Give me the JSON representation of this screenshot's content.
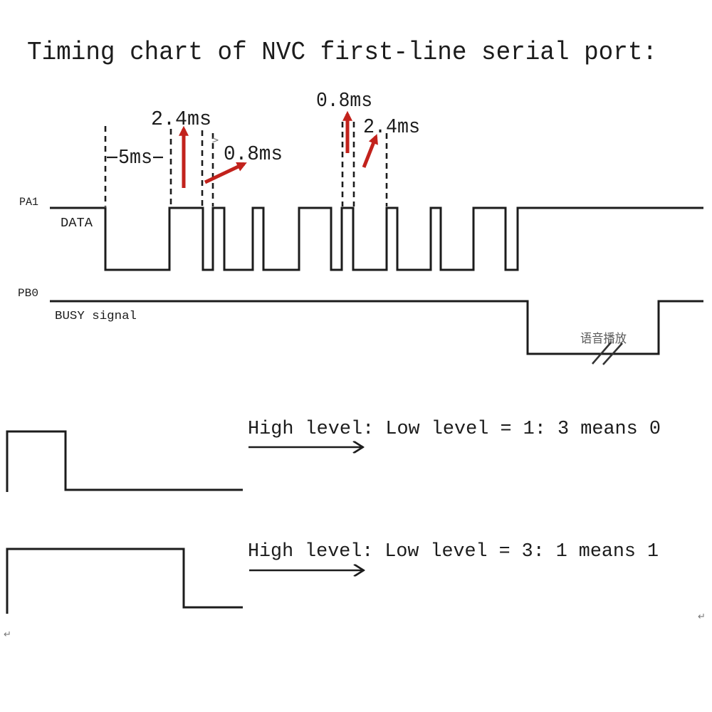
{
  "title": "Timing chart of NVC first-line serial port:",
  "colors": {
    "ink": "#1c1c1c",
    "red": "#c2221c",
    "gray": "#5a5a5a"
  },
  "timing": {
    "start_low": "5ms",
    "first_high": "2.4ms",
    "first_low": "0.8ms",
    "second_high": "0.8ms",
    "second_low": "2.4ms"
  },
  "signals": {
    "pa1_port": "PA1",
    "pa1_name": "DATA",
    "pb0_port": "PB0",
    "pb0_name": "BUSY signal",
    "playback_note": "语音播放"
  },
  "legend": {
    "bit0": "High level: Low level = 1: 3 means 0",
    "bit1": "High level: Low level = 3: 1 means 1"
  },
  "artifacts": {
    "stray_chevron": ">",
    "return_mark": "↵"
  },
  "waveforms": {
    "pa1": {
      "points": [
        [
          70,
          292
        ],
        [
          148,
          292
        ],
        [
          148,
          379
        ],
        [
          238,
          379
        ],
        [
          238,
          292
        ],
        [
          285,
          292
        ],
        [
          285,
          379
        ],
        [
          299,
          379
        ],
        [
          299,
          292
        ],
        [
          315,
          292
        ],
        [
          315,
          379
        ],
        [
          355,
          379
        ],
        [
          355,
          292
        ],
        [
          370,
          292
        ],
        [
          370,
          379
        ],
        [
          420,
          379
        ],
        [
          420,
          292
        ],
        [
          465,
          292
        ],
        [
          465,
          379
        ],
        [
          480,
          379
        ],
        [
          480,
          292
        ],
        [
          496,
          292
        ],
        [
          496,
          379
        ],
        [
          543,
          379
        ],
        [
          543,
          292
        ],
        [
          558,
          292
        ],
        [
          558,
          379
        ],
        [
          605,
          379
        ],
        [
          605,
          292
        ],
        [
          619,
          292
        ],
        [
          619,
          379
        ],
        [
          665,
          379
        ],
        [
          665,
          292
        ],
        [
          710,
          292
        ],
        [
          710,
          379
        ],
        [
          727,
          379
        ],
        [
          727,
          292
        ],
        [
          988,
          292
        ]
      ]
    },
    "pb0": {
      "points": [
        [
          70,
          423
        ],
        [
          741,
          423
        ],
        [
          741,
          497
        ],
        [
          925,
          497
        ],
        [
          925,
          423
        ],
        [
          988,
          423
        ]
      ]
    },
    "demo_bit0": {
      "points": [
        [
          10,
          691
        ],
        [
          10,
          606
        ],
        [
          92,
          606
        ],
        [
          92,
          688
        ],
        [
          341,
          688
        ]
      ]
    },
    "demo_bit1": {
      "points": [
        [
          10,
          862
        ],
        [
          10,
          771
        ],
        [
          258,
          771
        ],
        [
          258,
          853
        ],
        [
          341,
          853
        ]
      ]
    }
  }
}
